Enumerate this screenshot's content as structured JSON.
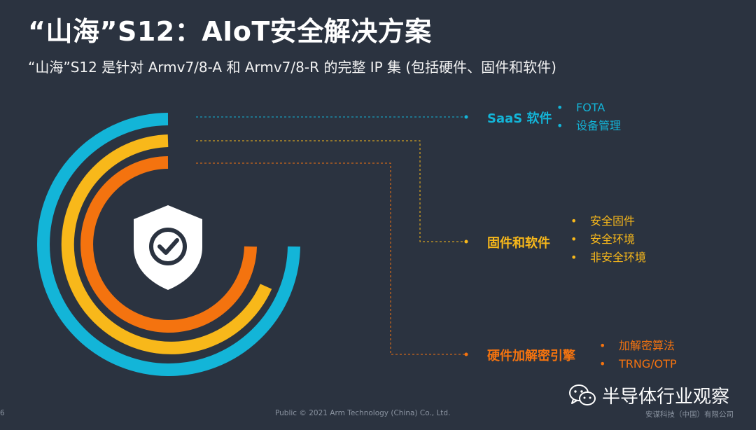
{
  "slide": {
    "title": "“山海”S12：AIoT安全解决方案",
    "subtitle": "“山海”S12 是针对 Armv7/8-A 和 Armv7/8-R 的完整 IP 集 (包括硬件、固件和软件)",
    "page_number": "6",
    "footer": "Public © 2021 Arm Technology (China) Co., Ltd.",
    "company": "安谋科技（中国）有限公司"
  },
  "colors": {
    "background": "#2b3340",
    "saas": "#13b5d8",
    "firmware": "#f8b81a",
    "hardware": "#f4730f",
    "shield": "#ffffff"
  },
  "groups": [
    {
      "label": "SaaS 软件",
      "items": [
        "FOTA",
        "设备管理"
      ]
    },
    {
      "label": "固件和软件",
      "items": [
        "安全固件",
        "安全环境",
        "非安全环境"
      ]
    },
    {
      "label": "硬件加解密引擎",
      "items": [
        "加解密算法",
        "TRNG/OTP"
      ]
    }
  ],
  "icons": {
    "shield": "shield-check-icon",
    "watermark": "wechat-icon"
  },
  "watermark": {
    "text": "半导体行业观察"
  }
}
